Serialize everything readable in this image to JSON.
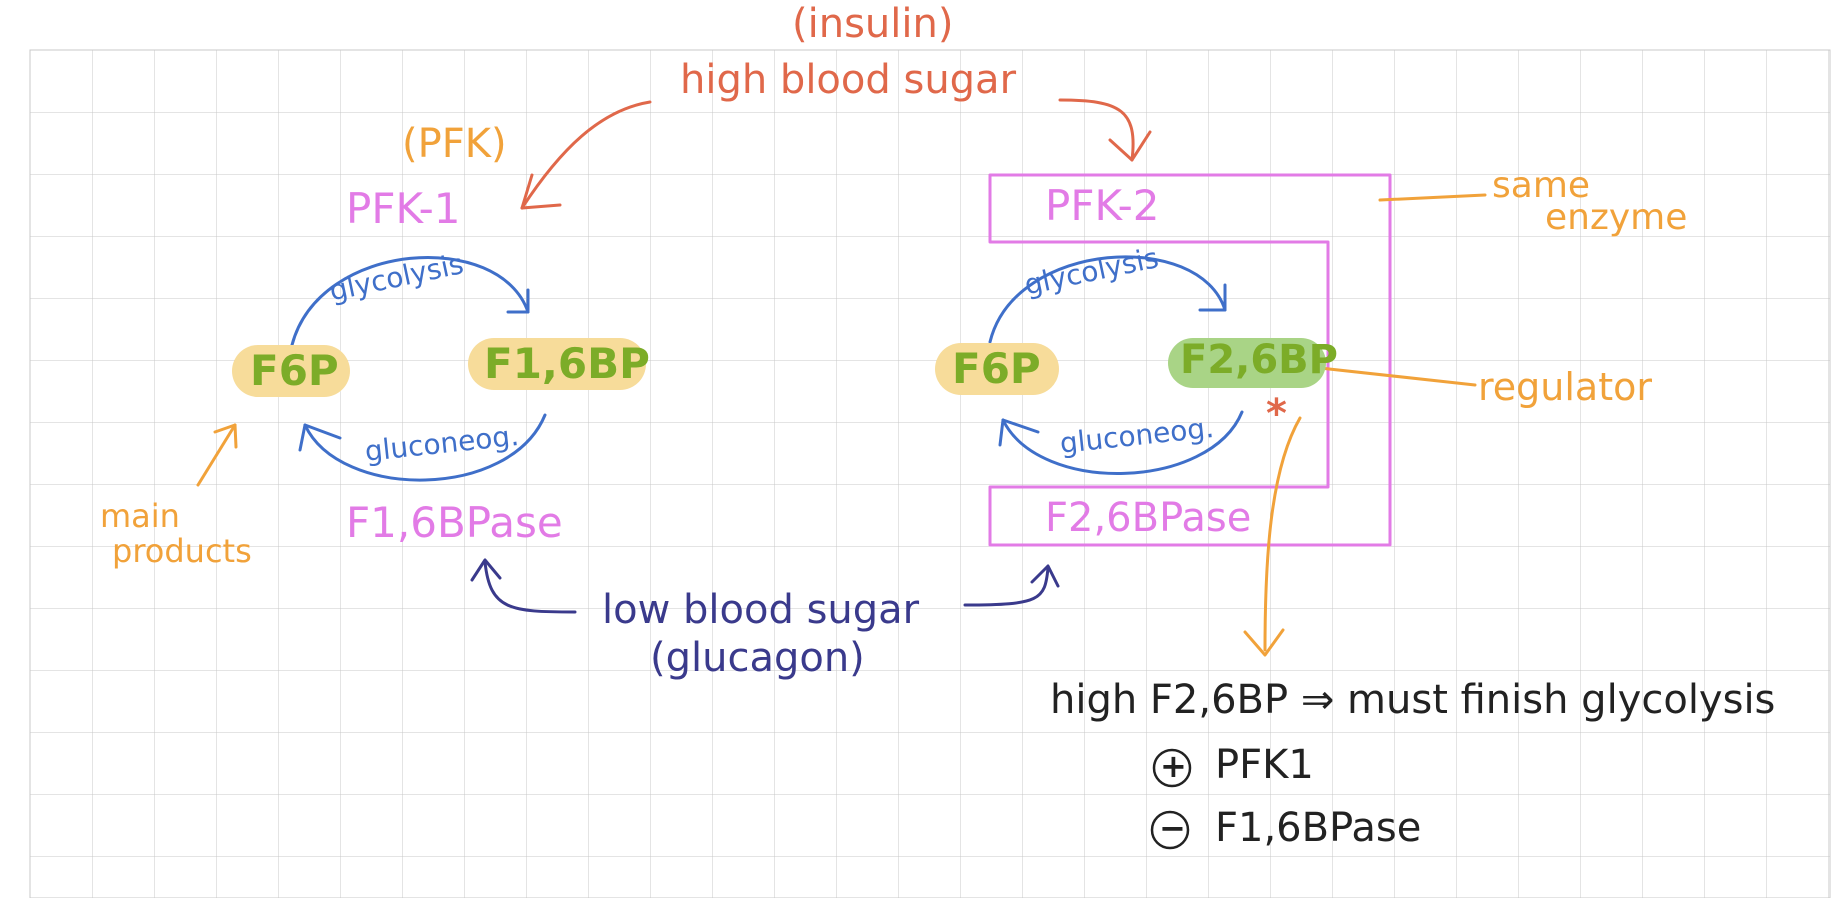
{
  "colors": {
    "grid": "#c8c8c8",
    "red": "#e0684a",
    "orange": "#f1a23a",
    "pink": "#e27be6",
    "blue": "#3f6fc9",
    "navy": "#3a3a8c",
    "green": "#7cac28",
    "highlight_yellow": "#f7dc9a",
    "highlight_green": "#a9d486",
    "black": "#222222"
  },
  "top": {
    "insulin": "(insulin)",
    "high_blood_sugar": "high blood sugar"
  },
  "left_cycle": {
    "pfk_note": "(PFK)",
    "enzyme_top": "PFK-1",
    "forward_label": "glycolysis",
    "reverse_label": "gluconeog.",
    "substrate": "F6P",
    "product": "F1,6BP",
    "enzyme_bottom": "F1,6BPase",
    "main_products_line1": "main",
    "main_products_line2": "products"
  },
  "right_cycle": {
    "enzyme_top": "PFK-2",
    "forward_label": "glycolysis",
    "reverse_label": "gluconeog.",
    "substrate": "F6P",
    "product": "F2,6BP",
    "enzyme_bottom": "F2,6BPase",
    "same_enzyme_line1": "same",
    "same_enzyme_line2": "enzyme",
    "regulator": "regulator",
    "asterisk": "*"
  },
  "bottom": {
    "low_blood_sugar": "low blood sugar",
    "glucagon": "(glucagon)"
  },
  "notes": {
    "line1": "high F2,6BP ⇒ must finish glycolysis",
    "plus_symbol": "+",
    "line2": "PFK1",
    "minus_symbol": "−",
    "line3": "F1,6BPase"
  }
}
